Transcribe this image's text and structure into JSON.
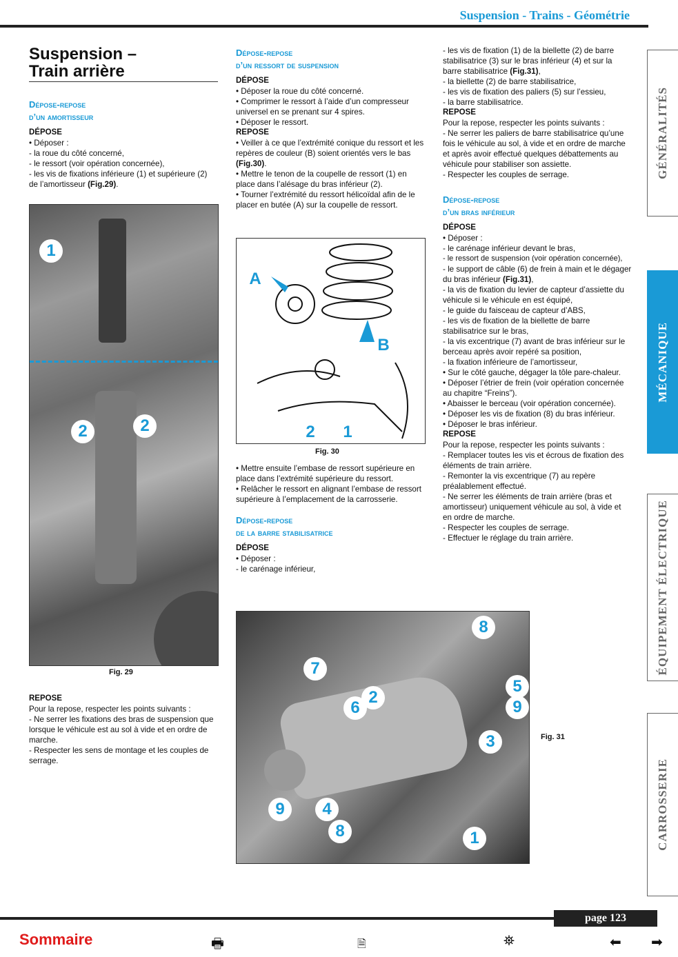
{
  "header": {
    "title": "Suspension - Trains - Géométrie"
  },
  "col1": {
    "title_line1": "Suspension –",
    "title_line2": "Train arrière",
    "sec1_line1": "Dépose-repose",
    "sec1_line2": "d’un amortisseur",
    "depose_label": "DÉPOSE",
    "p1": "• Déposer :",
    "p2": "- la roue du côté concerné,",
    "p3": "- le ressort (voir opération concernée),",
    "p4": "- les vis de fixations inférieure (1) et supérieure (2) de l’amortisseur ",
    "p4_ref": "(Fig.29)",
    "p4_end": ".",
    "fig29": "Fig. 29",
    "repose_label": "REPOSE",
    "r1": "Pour la repose, respecter les points suivants :",
    "r2": "- Ne serrer les fixations des bras de suspension que lorsque le véhicule est au sol à vide et en ordre de marche.",
    "r3": "- Respecter les sens de montage et les couples de serrage."
  },
  "fig29_labels": {
    "n1": "1",
    "n2a": "2",
    "n2b": "2"
  },
  "col2": {
    "sec_line1": "Dépose-repose",
    "sec_line2": "d’un ressort de suspension",
    "depose_label": "DÉPOSE",
    "d1": "• Déposer la roue du côté concerné.",
    "d2": "• Comprimer le ressort à l’aide d’un compresseur universel en se prenant sur 4 spires.",
    "d3": "• Déposer le ressort.",
    "repose_label": "REPOSE",
    "r1": "• Veiller à ce que l’extrémité conique du ressort et les repères de couleur (B) soient orientés vers le bas ",
    "r1_ref": "(Fig.30)",
    "r1_end": ".",
    "r2": "• Mettre le tenon de la coupelle de ressort (1) en place dans l’alésage du bras inférieur (2).",
    "r3": "• Tourner l’extrémité du ressort hélicoïdal afin de le placer en butée (A) sur la coupelle de ressort.",
    "fig30": "Fig. 30",
    "a1": "• Mettre ensuite l’embase de ressort supérieure en place dans l’extrémité supérieure du ressort.",
    "a2": "• Relâcher le ressort en alignant l’embase de ressort supérieure à l’emplacement de la carrosserie.",
    "sec2_line1": "Dépose-repose",
    "sec2_line2": "de la barre stabilisatrice",
    "depose2_label": "DÉPOSE",
    "b1": "• Déposer :",
    "b2": "- le carénage inférieur,"
  },
  "fig30_labels": {
    "A": "A",
    "B": "B",
    "n2": "2",
    "n1": "1"
  },
  "col3": {
    "c1": "- les vis de fixation (1) de la biellette (2) de barre stabilisatrice (3) sur le bras inférieur (4) et sur la barre stabilisatrice ",
    "c1_ref": "(Fig.31)",
    "c1_end": ",",
    "c2": "- la biellette (2) de barre stabilisatrice,",
    "c3": "- les vis de fixation des paliers (5) sur l’essieu,",
    "c4": "- la barre stabilisatrice.",
    "repose_label": "REPOSE",
    "r1": "Pour la repose, respecter les points suivants :",
    "r2": "- Ne serrer les paliers de barre stabilisatrice qu’une fois le véhicule au sol, à vide et en ordre de marche et après avoir effectué quelques débattements au véhicule pour stabiliser son assiette.",
    "r3": "- Respecter les couples de serrage.",
    "sec_line1": "Dépose-repose",
    "sec_line2": "d’un bras inférieur",
    "depose_label": "DÉPOSE",
    "e1": "• Déposer :",
    "e2": "- le carénage inférieur devant le bras,",
    "e3": "- le ressort de suspension (voir opération concernée),",
    "e4": "- le support de câble (6) de frein à main et le dégager du bras inférieur ",
    "e4_ref": "(Fig.31)",
    "e4_end": ",",
    "e5": "- la vis de fixation du levier de capteur d’assiette du véhicule si le véhicule en est équipé,",
    "e6": "- le guide du faisceau de capteur d’ABS,",
    "e7": "- les vis de fixation de la biellette de barre stabilisatrice sur le bras,",
    "e8": "- la vis excentrique (7) avant de bras inférieur sur le berceau après avoir repéré sa position,",
    "e9": "- la fixation inférieure de l’amortisseur,",
    "e10": "• Sur le côté gauche, dégager la tôle pare-chaleur.",
    "e11": "• Déposer l’étrier de frein (voir opération concernée au chapitre “Freins”).",
    "e12": "• Abaisser le berceau (voir opération concernée).",
    "e13": "• Déposer les vis de fixation (8) du bras inférieur.",
    "e14": "• Déposer le bras inférieur.",
    "repose2_label": "REPOSE",
    "f1": "Pour la repose, respecter les points suivants :",
    "f2": "- Remplacer toutes les vis et écrous de fixation des éléments de train arrière.",
    "f3": "- Remonter la vis excentrique (7) au repère préalablement effectué.",
    "f4": "- Ne serrer les éléments de train arrière (bras et amortisseur) uniquement véhicule au sol, à vide et en ordre de marche.",
    "f5": "- Respecter les couples de serrage.",
    "f6": "- Effectuer le réglage du train arrière."
  },
  "fig31": {
    "caption": "Fig. 31",
    "n8a": "8",
    "n7": "7",
    "n5": "5",
    "n2": "2",
    "n6": "6",
    "n9a": "9",
    "n3": "3",
    "n9b": "9",
    "n4": "4",
    "n8b": "8",
    "n1": "1"
  },
  "sidetabs": [
    "GÉNÉRALITÉS",
    "MÉCANIQUE",
    "ÉQUIPEMENT ÉLECTRIQUE",
    "CARROSSERIE"
  ],
  "footer": {
    "page": "page 123",
    "sommaire": "Sommaire"
  },
  "icons": [
    "printer-icon",
    "zoom-page-icon",
    "binoculars-icon",
    "arrow-left-icon",
    "arrow-right-icon"
  ],
  "colors": {
    "accent": "#1a9ad6",
    "sommaire": "#e01b1b"
  }
}
